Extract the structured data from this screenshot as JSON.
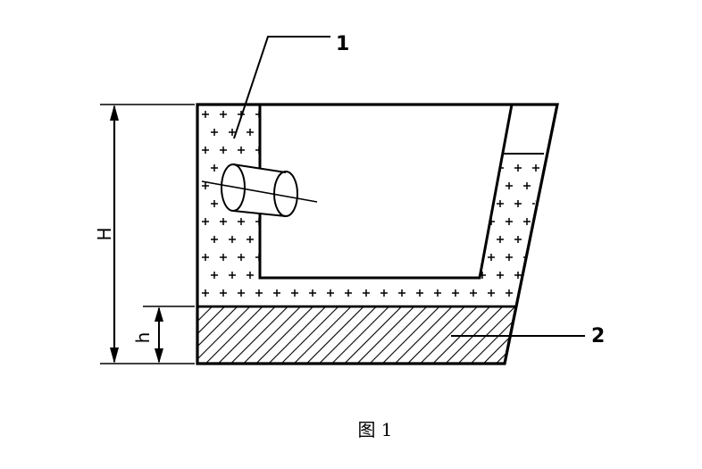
{
  "labels": {
    "part1": "1",
    "part2": "2",
    "height_H": "H",
    "height_h": "h"
  },
  "caption": "图 1",
  "colors": {
    "ink": "#000000",
    "background": "#ffffff"
  }
}
